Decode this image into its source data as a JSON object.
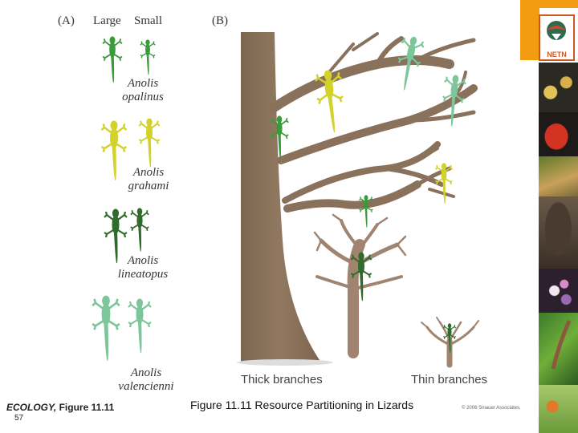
{
  "panel_a": {
    "label": "(A)",
    "col_large": "Large",
    "col_small": "Small",
    "species": [
      {
        "genus": "Anolis",
        "epithet": "opalinus",
        "color": "#3b9a3a"
      },
      {
        "genus": "Anolis",
        "epithet": "grahami",
        "color": "#d2d22a"
      },
      {
        "genus": "Anolis",
        "epithet": "lineatopus",
        "color": "#2f6b2a"
      },
      {
        "genus": "Anolis",
        "epithet": "valencienni",
        "color": "#7cc69a"
      }
    ]
  },
  "panel_b": {
    "label": "(B)",
    "thick_label": "Thick branches",
    "thin_label": "Thin branches"
  },
  "colors": {
    "trunk": "#8a715b",
    "bush": "#a08470",
    "strip_orange": "#f39c12"
  },
  "footer": {
    "book": "ECOLOGY,",
    "figure_ref": "Figure 11.11",
    "caption": "Figure 11.11  Resource Partitioning in Lizards",
    "copyright": "© 2006 Sinauer Associates, Inc.",
    "page_number": "57"
  },
  "sidebar": {
    "logo_text": "NETN",
    "photos": [
      "orchid",
      "red-flower",
      "frog",
      "monkey",
      "spider",
      "lizard",
      "beetle"
    ]
  }
}
